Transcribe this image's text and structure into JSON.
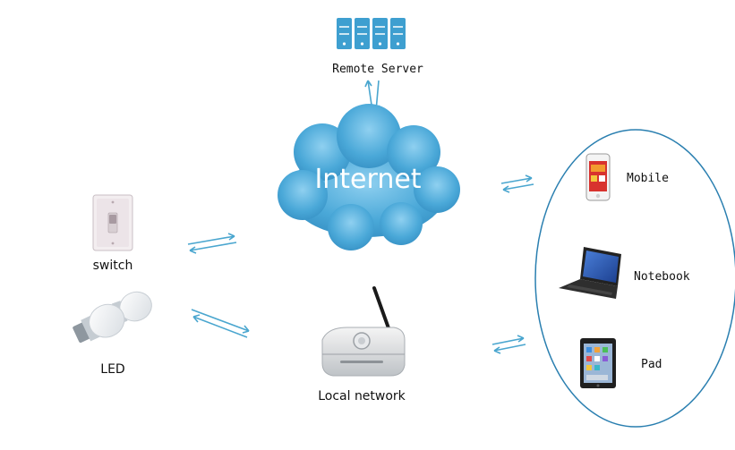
{
  "nodes": {
    "remote_server": "Remote Server",
    "internet": "Internet",
    "switch": "switch",
    "led": "LED",
    "local_network": "Local network",
    "mobile": "Mobile",
    "notebook": "Notebook",
    "pad": "Pad"
  },
  "colors": {
    "server_blue": "#3e9fd0",
    "cloud_blue": "#5fb3de",
    "arrow_blue": "#4aa6cf",
    "ellipse_blue": "#2a7fb0"
  },
  "icons": {
    "remote_server": "server-rack-icon",
    "internet": "cloud-icon",
    "switch": "light-switch-icon",
    "led": "led-bulb-icon",
    "local_network": "wifi-router-icon",
    "mobile": "smartphone-icon",
    "notebook": "laptop-icon",
    "pad": "tablet-icon"
  }
}
